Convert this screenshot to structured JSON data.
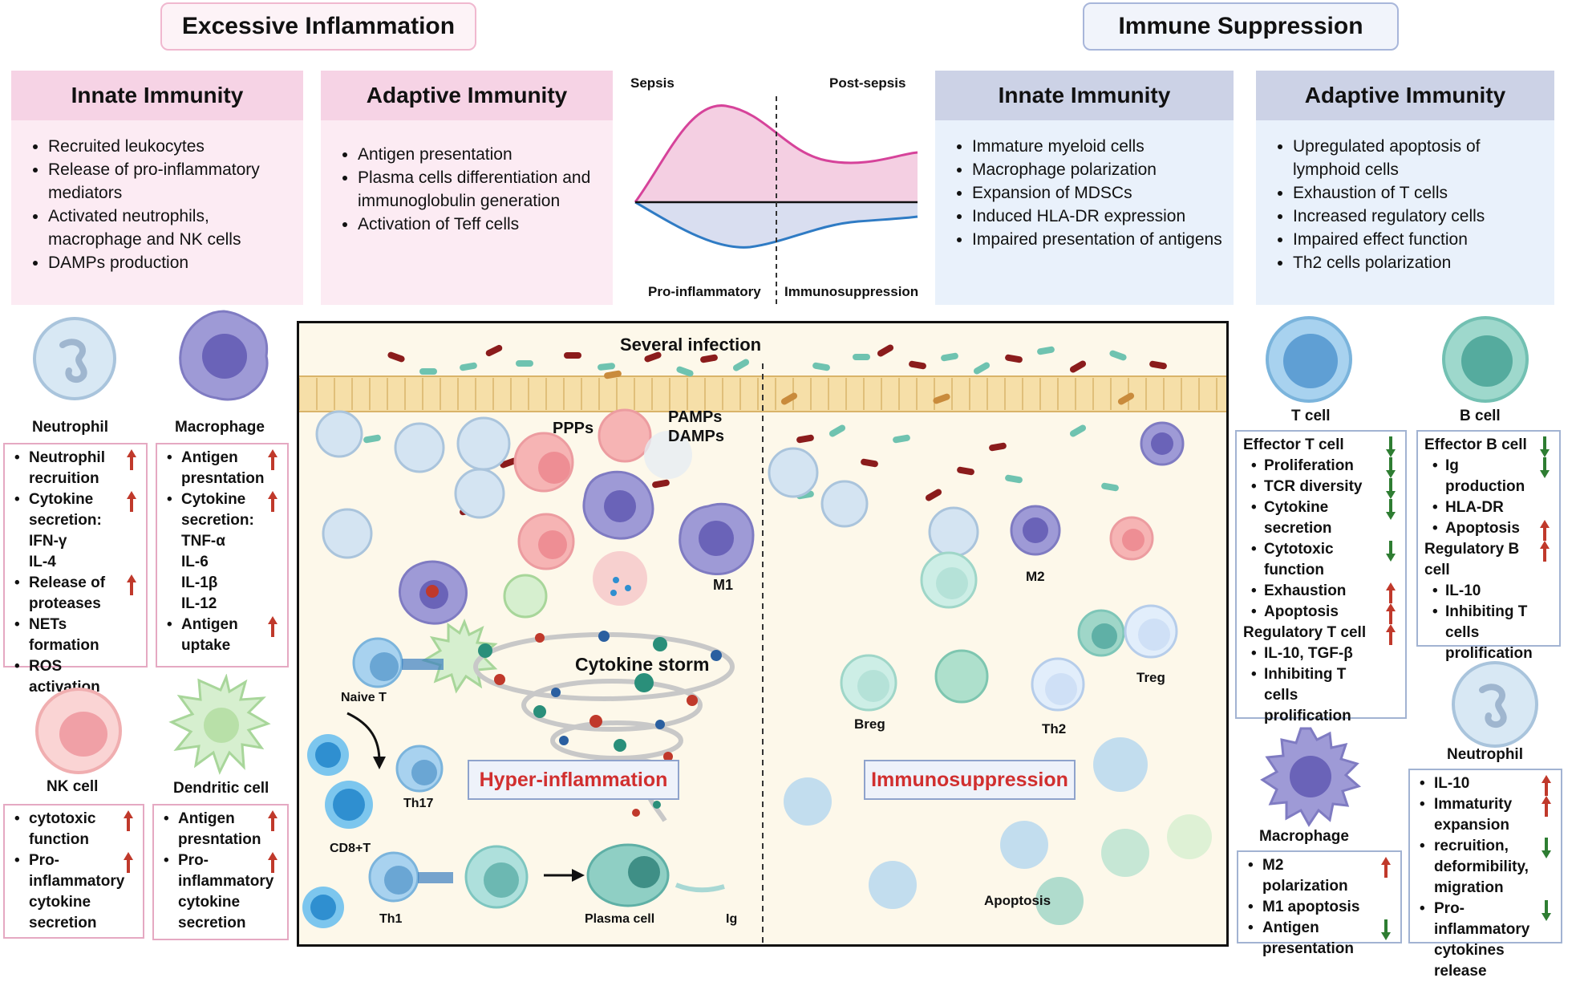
{
  "banners": {
    "left": "Excessive Inflammation",
    "right": "Immune Suppression"
  },
  "panels": {
    "innate_left": {
      "title": "Innate Immunity",
      "items": [
        "Recruited leukocytes",
        "Release of pro-inflammatory mediators",
        "Activated neutrophils, macrophage and NK cells",
        "DAMPs production"
      ]
    },
    "adaptive_left": {
      "title": "Adaptive Immunity",
      "items": [
        "Antigen presentation",
        "Plasma cells differentiation and immunoglobulin generation",
        "Activation of Teff cells"
      ]
    },
    "innate_right": {
      "title": "Innate Immunity",
      "items": [
        "Immature myeloid cells",
        "Macrophage polarization",
        "Expansion of MDSCs",
        "Induced HLA-DR expression",
        "Impaired presentation of antigens"
      ]
    },
    "adaptive_right": {
      "title": "Adaptive Immunity",
      "items": [
        "Upregulated apoptosis of lymphoid cells",
        "Exhaustion of T cells",
        "Increased regulatory cells",
        "Impaired effect function",
        "Th2 cells polarization"
      ]
    }
  },
  "graph": {
    "sepsis": "Sepsis",
    "post_sepsis": "Post-sepsis",
    "pro": "Pro-inflammatory",
    "immuno": "Immunosuppression"
  },
  "left_cells": {
    "neutrophil": {
      "name": "Neutrophil",
      "items": [
        {
          "text": "Neutrophil recruition",
          "arrow": "up"
        },
        {
          "text": "Cytokine secretion:",
          "arrow": "up"
        },
        {
          "text": "IFN-γ",
          "arrow": ""
        },
        {
          "text": "IL-4",
          "arrow": ""
        },
        {
          "text": "Release of proteases",
          "arrow": "up"
        },
        {
          "text": "NETs formation",
          "arrow": ""
        },
        {
          "text": "ROS activation",
          "arrow": ""
        }
      ]
    },
    "macrophage": {
      "name": "Macrophage",
      "items": [
        {
          "text": "Antigen presntation",
          "arrow": "up"
        },
        {
          "text": "Cytokine secretion:",
          "arrow": "up"
        },
        {
          "text": "TNF-α",
          "arrow": ""
        },
        {
          "text": "IL-6",
          "arrow": ""
        },
        {
          "text": "IL-1β",
          "arrow": ""
        },
        {
          "text": "IL-12",
          "arrow": ""
        },
        {
          "text": "Antigen uptake",
          "arrow": "up"
        }
      ]
    },
    "nk": {
      "name": "NK cell",
      "items": [
        {
          "text": "cytotoxic function",
          "arrow": "up"
        },
        {
          "text": "Pro-inflammatory cytokine secretion",
          "arrow": "up"
        }
      ]
    },
    "dendritic": {
      "name": "Dendritic cell",
      "items": [
        {
          "text": "Antigen presntation",
          "arrow": "up"
        },
        {
          "text": "Pro-inflammatory cytokine secretion",
          "arrow": "up"
        }
      ]
    }
  },
  "center": {
    "infection": "Several infection",
    "ppps": "PPPs",
    "pamps": "PAMPs",
    "damps": "DAMPs",
    "m1": "M1",
    "storm": "Cytokine storm",
    "naive_t": "Naive T",
    "th17": "Th17",
    "cd8": "CD8+T",
    "th1": "Th1",
    "plasma": "Plasma cell",
    "ig": "Ig",
    "hyper": "Hyper-inflammation",
    "immuno": "Immunosuppression",
    "m2": "M2",
    "breg": "Breg",
    "th2": "Th2",
    "treg": "Treg",
    "apoptosis": "Apoptosis"
  },
  "right_cells": {
    "tcell": {
      "name": "T cell",
      "effector": "Effector T cell",
      "effector_items": [
        {
          "text": "Proliferation",
          "arrow": "down"
        },
        {
          "text": "TCR diversity",
          "arrow": "down"
        },
        {
          "text": "Cytokine secretion",
          "arrow": "down"
        },
        {
          "text": "Cytotoxic function",
          "arrow": "down"
        },
        {
          "text": "Exhaustion",
          "arrow": "up"
        },
        {
          "text": "Apoptosis",
          "arrow": "up"
        }
      ],
      "regulatory": "Regulatory T cell",
      "regulatory_items": [
        {
          "text": "IL-10, TGF-β",
          "arrow": ""
        },
        {
          "text": "Inhibiting T cells prolification",
          "arrow": ""
        }
      ]
    },
    "bcell": {
      "name": "B cell",
      "effector": "Effector B cell",
      "effector_items": [
        {
          "text": "Ig production",
          "arrow": "down"
        },
        {
          "text": "HLA-DR",
          "arrow": ""
        },
        {
          "text": "Apoptosis",
          "arrow": "up"
        }
      ],
      "regulatory": "Regulatory B cell",
      "regulatory_items": [
        {
          "text": "IL-10",
          "arrow": ""
        },
        {
          "text": "Inhibiting T cells prolification",
          "arrow": ""
        }
      ]
    },
    "macrophage": {
      "name": "Macrophage",
      "items": [
        {
          "text": "M2 polarization",
          "arrow": "up"
        },
        {
          "text": "M1 apoptosis",
          "arrow": ""
        },
        {
          "text": "Antigen presentation",
          "arrow": "down"
        }
      ]
    },
    "neutrophil": {
      "name": "Neutrophil",
      "items": [
        {
          "text": "IL-10",
          "arrow": "up"
        },
        {
          "text": "Immaturity expansion",
          "arrow": "up"
        },
        {
          "text": "recruition, deformibility, migration",
          "arrow": "down"
        },
        {
          "text": "Pro-inflammatory cytokines release",
          "arrow": "down"
        }
      ]
    }
  },
  "colors": {
    "up": "#c0392b",
    "down": "#2e7d32",
    "pink_border": "#e5a9c2",
    "blue_border": "#a2b3d2"
  }
}
